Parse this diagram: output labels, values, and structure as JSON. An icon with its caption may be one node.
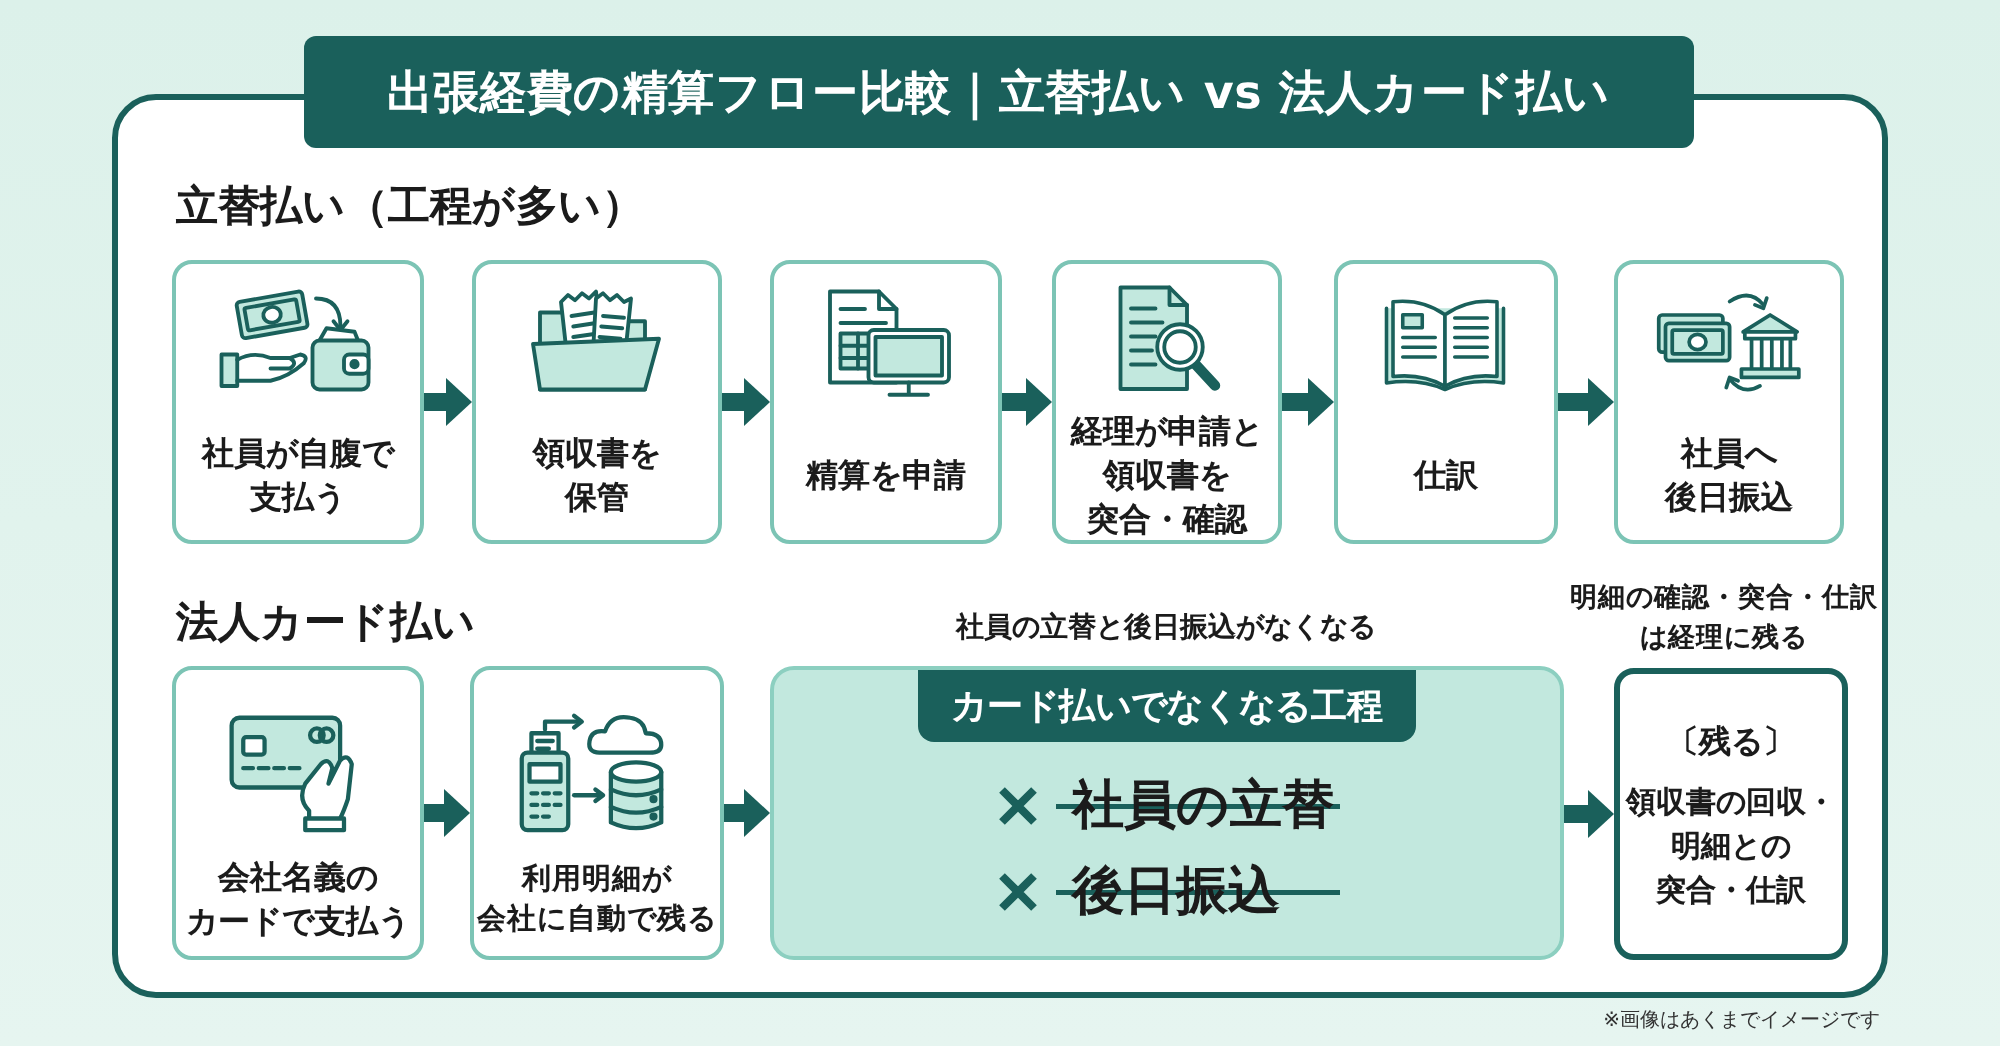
{
  "diagram": {
    "title": "出張経費の精算フロー比較｜立替払い vs 法人カード払い",
    "nodes": [
      {
        "text": [
          "社員が自腹で支払う"
        ]
      },
      {
        "text": [
          "領収書を保管"
        ]
      },
      {
        "text": [
          "精算を申請"
        ]
      },
      {
        "text": [
          "経理が申請と領収書を突合・確認"
        ]
      },
      {
        "text": [
          "仕訳"
        ]
      },
      {
        "text": [
          "社員へ後日振込"
        ]
      },
      {
        "text": [
          "会社名義のカードで支払う"
        ]
      },
      {
        "text": [
          "利用明細が会社に自動で残る"
        ]
      },
      {
        "text": [
          "カード払いでなくなる工程",
          "社員の立替",
          "後日振込"
        ],
        "beside": [
          "社員の立替と後日振込がなくなる"
        ]
      },
      {
        "text": [
          "〔残る〕",
          "領収書の回収・明細との突合・仕訳"
        ],
        "beside": [
          "明細の確認・突合・仕訳は経理に残る"
        ]
      }
    ],
    "edges": [
      {
        "from": 0,
        "to": 1,
        "arrow": "to"
      },
      {
        "from": 1,
        "to": 2,
        "arrow": "to"
      },
      {
        "from": 2,
        "to": 3,
        "arrow": "to"
      },
      {
        "from": 3,
        "to": 4,
        "arrow": "to"
      },
      {
        "from": 4,
        "to": 5,
        "arrow": "to"
      },
      {
        "from": 6,
        "to": 7,
        "arrow": "to"
      },
      {
        "from": 7,
        "to": 8,
        "arrow": "to"
      },
      {
        "from": 8,
        "to": 9,
        "arrow": "to"
      }
    ],
    "labels": [
      "立替払い（工程が多い）",
      "法人カード払い",
      "※画像はあくまでイメージです"
    ]
  }
}
